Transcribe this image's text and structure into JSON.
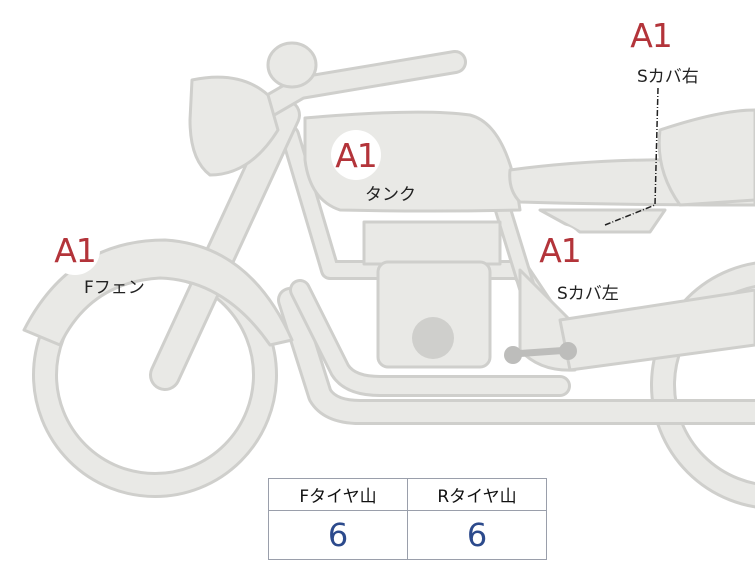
{
  "parts": [
    {
      "grade": "A1",
      "name": "Sカバ右"
    },
    {
      "grade": "A1",
      "name": "タンク"
    },
    {
      "grade": "A1",
      "name": "Fフェン"
    },
    {
      "grade": "A1",
      "name": "Sカバ左"
    }
  ],
  "tire_table": {
    "headers": [
      "Fタイヤ山",
      "Rタイヤ山"
    ],
    "values": [
      "6",
      "6"
    ]
  },
  "colors": {
    "grade_text": "#b3343a",
    "value_text": "#2c4a8c",
    "bike_fill": "#e9e9e6",
    "bike_outline": "#cfcfcc"
  }
}
